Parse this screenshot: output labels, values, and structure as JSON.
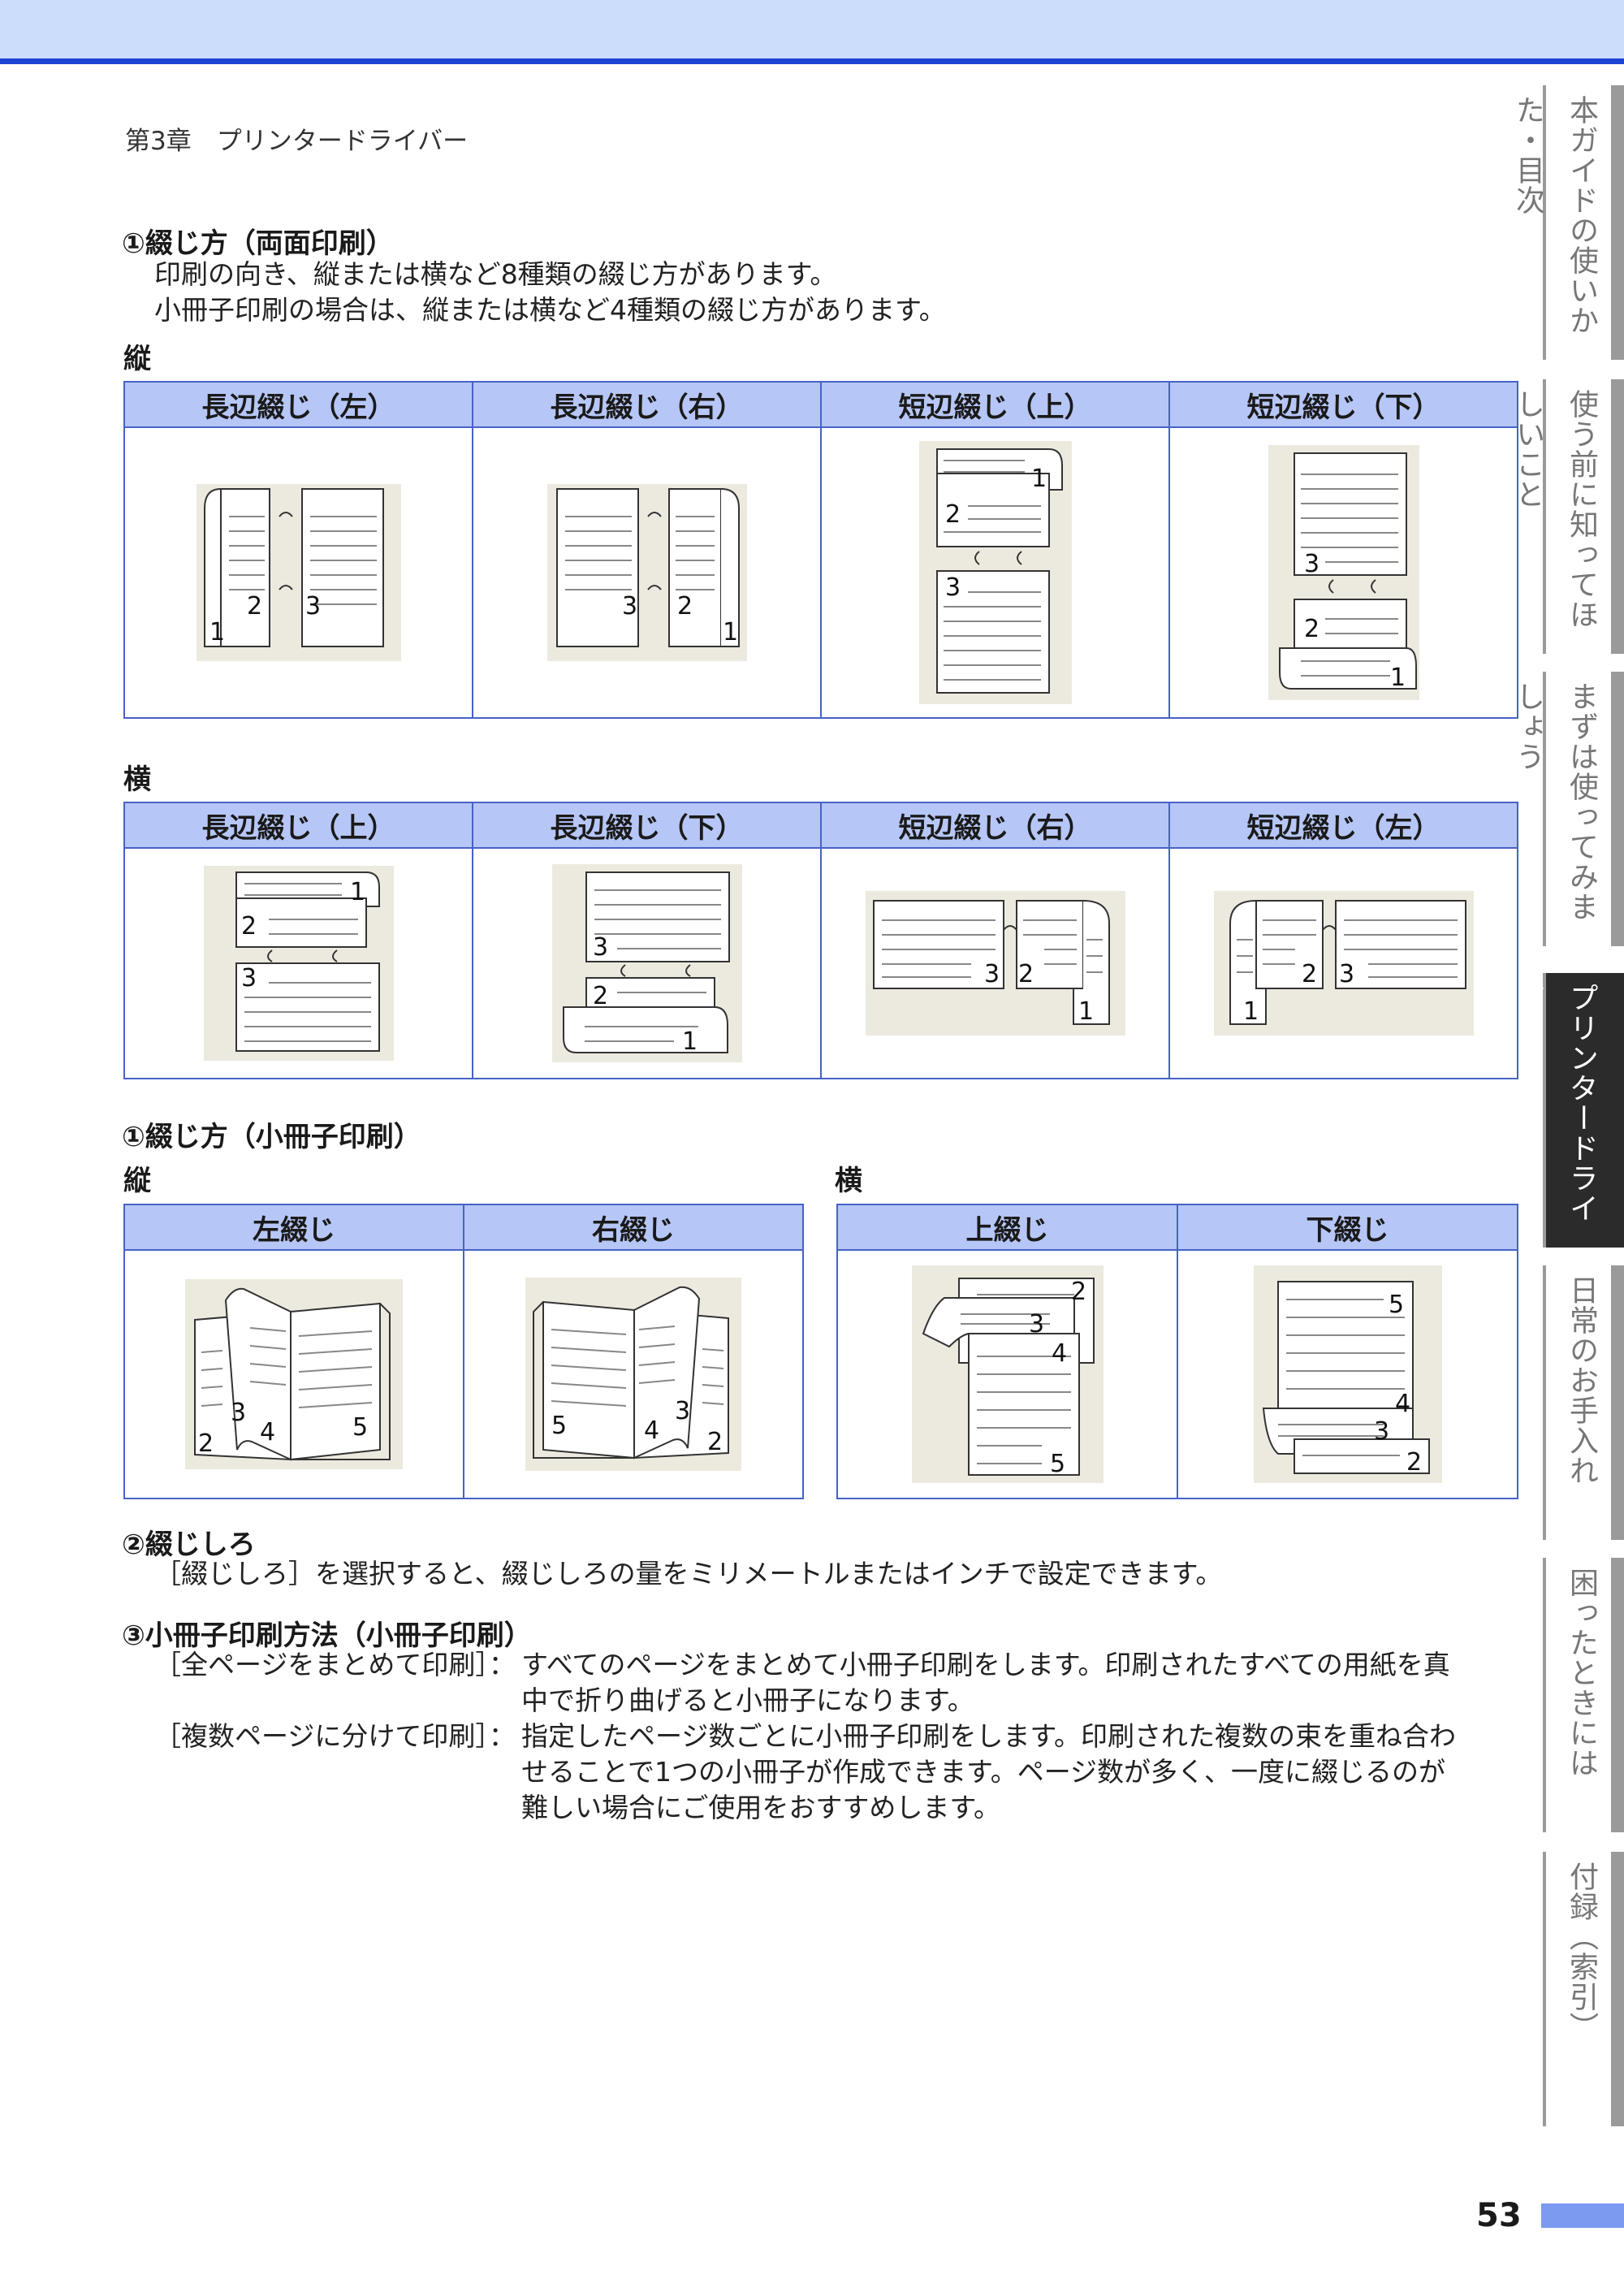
{
  "header": {
    "chapter": "第3章　プリンタードライバー"
  },
  "section1": {
    "title": "①綴じ方（両面印刷）",
    "lines": [
      "印刷の向き、縦または横など8種類の綴じ方があります。",
      "小冊子印刷の場合は、縦または横など4種類の綴じ方があります。"
    ],
    "portrait_label": "縦",
    "portrait_headers": [
      "長辺綴じ（左）",
      "長辺綴じ（右）",
      "短辺綴じ（上）",
      "短辺綴じ（下）"
    ],
    "landscape_label": "横",
    "landscape_headers": [
      "長辺綴じ（上）",
      "長辺綴じ（下）",
      "短辺綴じ（右）",
      "短辺綴じ（左）"
    ]
  },
  "booklet": {
    "title": "①綴じ方（小冊子印刷）",
    "portrait_label": "縦",
    "portrait_headers": [
      "左綴じ",
      "右綴じ"
    ],
    "landscape_label": "横",
    "landscape_headers": [
      "上綴じ",
      "下綴じ"
    ]
  },
  "margin": {
    "title": "②綴じしろ",
    "text": "［綴じしろ］を選択すると、綴じしろの量をミリメートルまたはインチで設定できます。"
  },
  "method": {
    "title": "③小冊子印刷方法（小冊子印刷）",
    "opt1_key": "［全ページをまとめて印刷］：",
    "opt1_lines": [
      "すべてのページをまとめて小冊子印刷をします。印刷されたすべての用紙を真",
      "中で折り曲げると小冊子になります。"
    ],
    "opt2_key": "［複数ページに分けて印刷］：",
    "opt2_lines": [
      "指定したページ数ごとに小冊子印刷をします。印刷された複数の束を重ね合わ",
      "せることで1つの小冊子が作成できます。ページ数が多く、一度に綴じるのが",
      "難しい場合にご使用をおすすめします。"
    ]
  },
  "side_tabs": [
    "本ガイドの使いかた・目次",
    "使う前に知ってほしいこと",
    "まずは使ってみましょう",
    "プリンタードライバー",
    "日常のお手入れ",
    "困ったときには",
    "付録（索引）"
  ],
  "page_number": "53",
  "figure_numbers": {
    "p_long_left": [
      "1",
      "2",
      "3"
    ],
    "p_long_right": [
      "3",
      "2",
      "1"
    ],
    "p_short_top": [
      "1",
      "2",
      "3"
    ],
    "p_short_bottom": [
      "3",
      "2",
      "1"
    ],
    "l_long_top": [
      "1",
      "2",
      "3"
    ],
    "l_long_bottom": [
      "3",
      "2",
      "1"
    ],
    "l_short_right": [
      "3",
      "2",
      "1"
    ],
    "l_short_left": [
      "2",
      "3",
      "1"
    ],
    "b_left": [
      "3",
      "2",
      "4",
      "5"
    ],
    "b_right": [
      "5",
      "3",
      "4",
      "2"
    ],
    "b_top": [
      "2",
      "3",
      "4",
      "5"
    ],
    "b_bottom": [
      "5",
      "4",
      "3",
      "2"
    ]
  },
  "colors": {
    "header_bg": "#ccdcfb",
    "header_line": "#1e44d2",
    "table_header": "#b6c6f6",
    "table_border": "#4762c8",
    "active_tab": "#2b2b2b",
    "page_bar": "#7b9af0"
  }
}
